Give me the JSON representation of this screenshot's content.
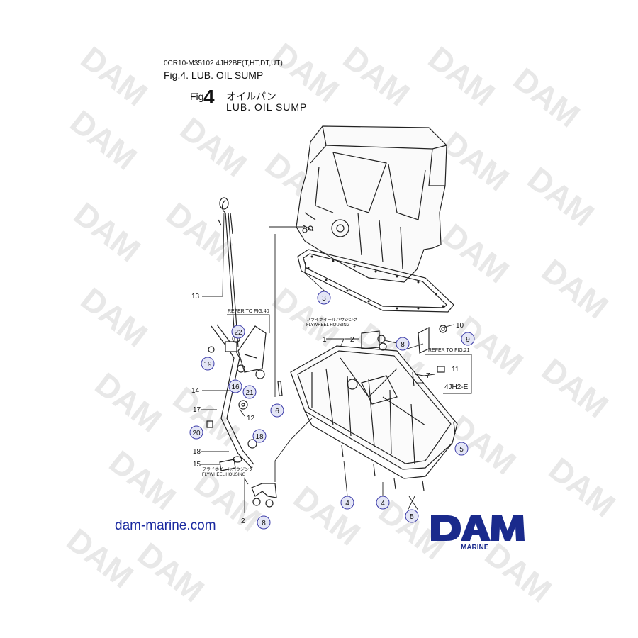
{
  "header": {
    "code": "0CR10-M35102   4JH2BE(T,HT,DT,UT)",
    "title": "Fig.4.  LUB. OIL SUMP"
  },
  "figure": {
    "prefix": "Fig.",
    "number": "4",
    "title_jp": "オイルパン",
    "title_en": "LUB. OIL SUMP"
  },
  "notes": {
    "refer_40": "REFER TO FIG.40",
    "refer_21": "REFER TO FIG.21",
    "flywheel_jp": "フライホイールハウジング",
    "flywheel_en": "FLYWHEEL HOUSING",
    "variant_tag": "4JH2-E"
  },
  "callouts": {
    "c1": "1",
    "c2a": "2",
    "c2b": "2",
    "c3": "3",
    "c4a": "4",
    "c4b": "4",
    "c5a": "5",
    "c5b": "5",
    "c6": "6",
    "c7": "7",
    "c8a": "8",
    "c8b": "8",
    "c9": "9",
    "c10": "10",
    "c11": "11",
    "c12": "12",
    "c13": "13",
    "c14": "14",
    "c15": "15",
    "c16": "16",
    "c17": "17",
    "c18a": "18",
    "c18b": "18",
    "c19": "19",
    "c20": "20",
    "c21": "21",
    "c22": "22"
  },
  "watermark": "DAM",
  "footer": {
    "website": "dam-marine.com",
    "logo_text": "DAM",
    "logo_sub": "MARINE",
    "logo_color": "#1a2a8c"
  },
  "colors": {
    "callout_ring": "#3a3aa8",
    "callout_fill": "#e4e6f6",
    "line": "#222222"
  }
}
